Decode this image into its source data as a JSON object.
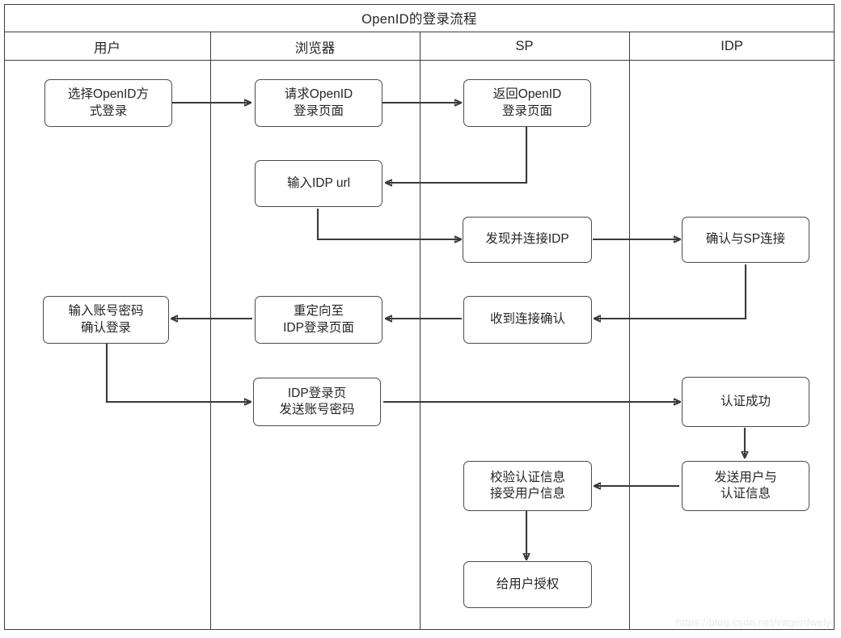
{
  "diagram": {
    "title": "OpenID的登录流程",
    "watermark": "https://blog.csdn.net/vagerdwely",
    "stroke_color": "#3c3c3c",
    "node_border_color": "#4a4a4a",
    "background_color": "#ffffff",
    "lanes": [
      {
        "id": "user",
        "label": "用户"
      },
      {
        "id": "browser",
        "label": "浏览器"
      },
      {
        "id": "sp",
        "label": "SP"
      },
      {
        "id": "idp",
        "label": "IDP"
      }
    ],
    "nodes": [
      {
        "id": "n1",
        "lane": "user",
        "line1": "选择OpenID方",
        "line2": "式登录"
      },
      {
        "id": "n2",
        "lane": "browser",
        "line1": "请求OpenID",
        "line2": "登录页面"
      },
      {
        "id": "n3",
        "lane": "sp",
        "line1": "返回OpenID",
        "line2": "登录页面"
      },
      {
        "id": "n4",
        "lane": "browser",
        "line1": "输入IDP url",
        "line2": ""
      },
      {
        "id": "n5",
        "lane": "sp",
        "line1": "发现并连接IDP",
        "line2": ""
      },
      {
        "id": "n6",
        "lane": "idp",
        "line1": "确认与SP连接",
        "line2": ""
      },
      {
        "id": "n7",
        "lane": "user",
        "line1": "输入账号密码",
        "line2": "确认登录"
      },
      {
        "id": "n8",
        "lane": "browser",
        "line1": "重定向至",
        "line2": "IDP登录页面"
      },
      {
        "id": "n9",
        "lane": "sp",
        "line1": "收到连接确认",
        "line2": ""
      },
      {
        "id": "n10",
        "lane": "browser",
        "line1": "IDP登录页",
        "line2": "发送账号密码"
      },
      {
        "id": "n11",
        "lane": "idp",
        "line1": "认证成功",
        "line2": ""
      },
      {
        "id": "n12",
        "lane": "sp",
        "line1": "校验认证信息",
        "line2": "接受用户信息"
      },
      {
        "id": "n13",
        "lane": "idp",
        "line1": "发送用户与",
        "line2": "认证信息"
      },
      {
        "id": "n14",
        "lane": "sp",
        "line1": "给用户授权",
        "line2": ""
      }
    ],
    "edges": [
      {
        "from": "n1",
        "to": "n2"
      },
      {
        "from": "n2",
        "to": "n3"
      },
      {
        "from": "n3",
        "to": "n4"
      },
      {
        "from": "n4",
        "to": "n5"
      },
      {
        "from": "n5",
        "to": "n6"
      },
      {
        "from": "n6",
        "to": "n9"
      },
      {
        "from": "n9",
        "to": "n8"
      },
      {
        "from": "n8",
        "to": "n7"
      },
      {
        "from": "n7",
        "to": "n10"
      },
      {
        "from": "n10",
        "to": "n11"
      },
      {
        "from": "n11",
        "to": "n13"
      },
      {
        "from": "n13",
        "to": "n12"
      },
      {
        "from": "n12",
        "to": "n14"
      }
    ]
  }
}
